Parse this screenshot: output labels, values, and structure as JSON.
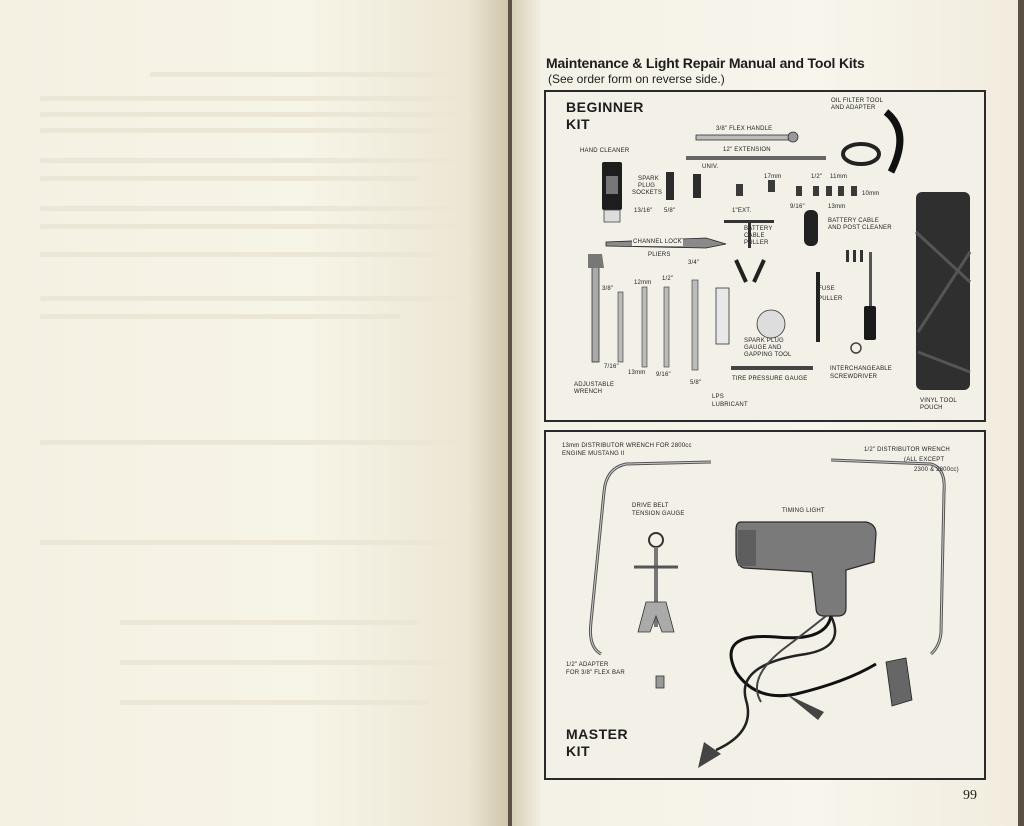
{
  "page": {
    "heading": "Maintenance & Light Repair Manual and Tool Kits",
    "subheading": "(See order form on reverse side.)",
    "page_number": "99"
  },
  "beginner": {
    "title_line1": "BEGINNER",
    "title_line2": "KIT",
    "labels": {
      "hand_cleaner": "HAND CLEANER",
      "spark_plug_sockets_1": "SPARK",
      "spark_plug_sockets_2": "PLUG",
      "spark_plug_sockets_3": "SOCKETS",
      "socket_13_16": "13/16\"",
      "socket_5_8_a": "5/8\"",
      "flex_handle": "3/8\" FLEX HANDLE",
      "extension_12": "12\" EXTENSION",
      "univ": "UNIV.",
      "socket_17mm": "17mm",
      "socket_1_2": "1/2\"",
      "socket_11mm": "11mm",
      "socket_10mm": "10mm",
      "ext_1": "1\"EXT.",
      "socket_9_16": "9/16\"",
      "socket_13mm": "13mm",
      "oil_filter_1": "OIL FILTER TOOL",
      "oil_filter_2": "AND ADAPTER",
      "battery_cleaner_1": "BATTERY CABLE",
      "battery_cleaner_2": "AND POST CLEANER",
      "channel_lock": "CHANNEL LOCK",
      "pliers": "PLIERS",
      "cable_puller_1": "BATTERY",
      "cable_puller_2": "CABLE",
      "cable_puller_3": "PULLER",
      "wrench_3_4": "3/4\"",
      "wrench_1_2": "1/2\"",
      "wrench_12mm": "12mm",
      "wrench_3_8": "3/8\"",
      "wrench_7_16": "7/16\"",
      "wrench_13mm": "13mm",
      "wrench_9_16": "9/16\"",
      "wrench_5_8": "5/8\"",
      "adjustable_1": "ADJUSTABLE",
      "adjustable_2": "WRENCH",
      "lps_1": "LPS",
      "lps_2": "LUBRICANT",
      "spark_gauge_1": "SPARK PLUG",
      "spark_gauge_2": "GAUGE AND",
      "spark_gauge_3": "GAPPING TOOL",
      "tire_gauge": "TIRE PRESSURE GAUGE",
      "fuse_puller_1": "FUSE",
      "fuse_puller_2": "PULLER",
      "screwdriver_1": "INTERCHANGEABLE",
      "screwdriver_2": "SCREWDRIVER",
      "pouch_1": "VINYL TOOL",
      "pouch_2": "POUCH"
    }
  },
  "master": {
    "title_line1": "MASTER",
    "title_line2": "KIT",
    "labels": {
      "dist_13_1": "13mm DISTRIBUTOR WRENCH FOR 2800cc",
      "dist_13_2": "ENGINE MUSTANG II",
      "dist_half_1": "1/2\" DISTRIBUTOR WRENCH",
      "dist_half_2": "(ALL EXCEPT",
      "dist_half_3": "2300 & 2800cc)",
      "belt_1": "DRIVE BELT",
      "belt_2": "TENSION GAUGE",
      "timing": "TIMING LIGHT",
      "adapter_1": "1/2\" ADAPTER",
      "adapter_2": "FOR 3/8\" FLEX BAR"
    }
  }
}
